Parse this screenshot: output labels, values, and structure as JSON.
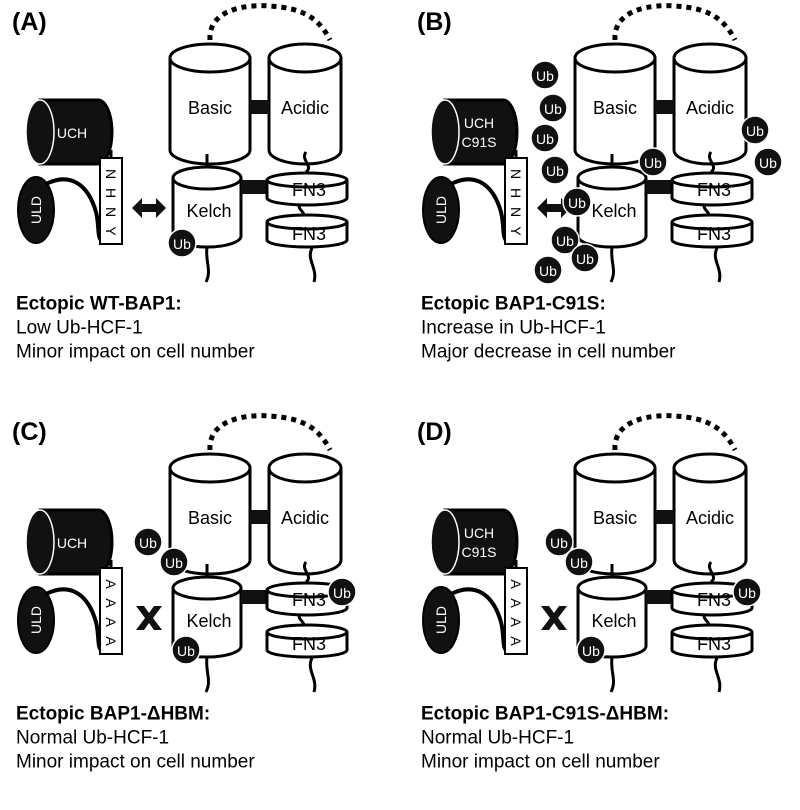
{
  "colors": {
    "fill_dark": "#111111",
    "fill_light": "#ffffff",
    "stroke": "#000000"
  },
  "icons": {
    "interaction": "double-arrow-icon",
    "no_interaction": "cross-icon"
  },
  "panels": [
    {
      "label": "(A)",
      "title": "Ectopic WT-BAP1:",
      "lines": [
        "Low Ub-HCF-1",
        "Minor impact on cell number"
      ],
      "uch_lines": [
        "UCH"
      ],
      "motif_letters": [
        "N",
        "H",
        "N",
        "Y"
      ],
      "interaction": "arrow",
      "ub_count": 1
    },
    {
      "label": "(B)",
      "title": "Ectopic BAP1-C91S:",
      "lines": [
        "Increase in Ub-HCF-1",
        "Major decrease in cell number"
      ],
      "uch_lines": [
        "UCH",
        "C91S"
      ],
      "motif_letters": [
        "N",
        "H",
        "N",
        "Y"
      ],
      "interaction": "arrow",
      "ub_count": 11
    },
    {
      "label": "(C)",
      "title": "Ectopic BAP1-ΔHBM:",
      "lines": [
        "Normal Ub-HCF-1",
        "Minor impact on cell number"
      ],
      "uch_lines": [
        "UCH"
      ],
      "motif_letters": [
        "A",
        "A",
        "A",
        "A"
      ],
      "interaction": "cross",
      "ub_count": 4
    },
    {
      "label": "(D)",
      "title": "Ectopic BAP1-C91S-ΔHBM:",
      "lines": [
        "Normal Ub-HCF-1",
        "Minor impact on cell number"
      ],
      "uch_lines": [
        "UCH",
        "C91S"
      ],
      "motif_letters": [
        "A",
        "A",
        "A",
        "A"
      ],
      "interaction": "cross",
      "ub_count": 4
    }
  ],
  "labels": {
    "basic": "Basic",
    "acidic": "Acidic",
    "kelch": "Kelch",
    "fn3": "FN3",
    "uld": "ULD",
    "ub": "Ub"
  }
}
